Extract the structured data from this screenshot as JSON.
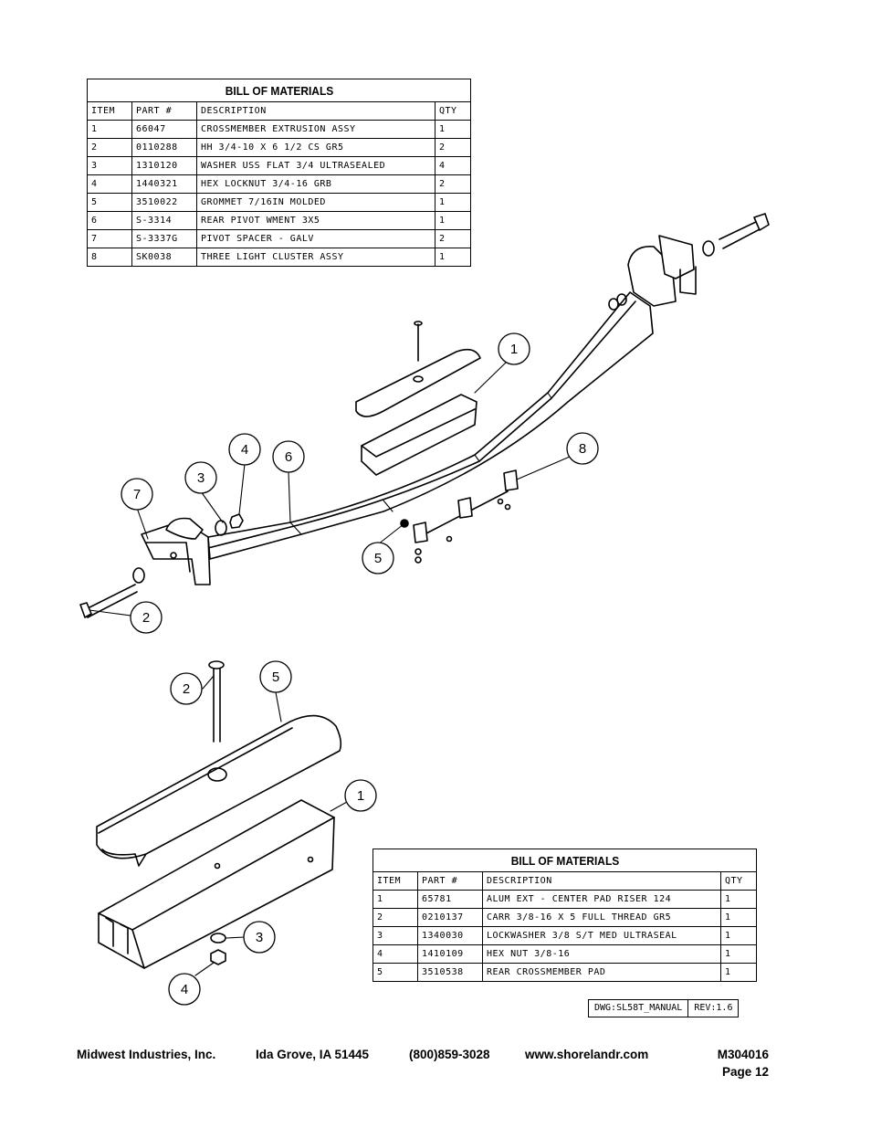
{
  "bom_top": {
    "title": "BILL OF MATERIALS",
    "headers": [
      "ITEM",
      "PART #",
      "DESCRIPTION",
      "QTY"
    ],
    "rows": [
      [
        "1",
        "66047",
        "CROSSMEMBER EXTRUSION ASSY",
        "1"
      ],
      [
        "2",
        "0110288",
        "HH 3/4-10 X 6 1/2 CS GR5",
        "2"
      ],
      [
        "3",
        "1310120",
        "WASHER USS FLAT 3/4 ULTRASEALED",
        "4"
      ],
      [
        "4",
        "1440321",
        "HEX LOCKNUT 3/4-16 GRB",
        "2"
      ],
      [
        "5",
        "3510022",
        "GROMMET  7/16IN MOLDED",
        "1"
      ],
      [
        "6",
        "S-3314",
        "REAR PIVOT WMENT 3X5",
        "1"
      ],
      [
        "7",
        "S-3337G",
        "PIVOT SPACER - GALV",
        "2"
      ],
      [
        "8",
        "SK0038",
        "THREE LIGHT CLUSTER ASSY",
        "1"
      ]
    ]
  },
  "bom_bottom": {
    "title": "BILL OF MATERIALS",
    "headers": [
      "ITEM",
      "PART #",
      "DESCRIPTION",
      "QTY"
    ],
    "rows": [
      [
        "1",
        "65781",
        "ALUM EXT - CENTER PAD RISER 124",
        "1"
      ],
      [
        "2",
        "0210137",
        "CARR 3/8-16 X 5 FULL THREAD GR5",
        "1"
      ],
      [
        "3",
        "1340030",
        "LOCKWASHER 3/8 S/T MED ULTRASEAL",
        "1"
      ],
      [
        "4",
        "1410109",
        "HEX NUT 3/8-16",
        "1"
      ],
      [
        "5",
        "3510538",
        "REAR CROSSMEMBER PAD",
        "1"
      ]
    ]
  },
  "drawing_box": {
    "dwg": "DWG:SL58T_MANUAL",
    "rev": "REV:1.6"
  },
  "callouts_top": [
    "1",
    "2",
    "3",
    "4",
    "5",
    "6",
    "7",
    "8"
  ],
  "callouts_bottom": [
    "1",
    "2",
    "3",
    "4",
    "5"
  ],
  "footer": {
    "company": "Midwest Industries, Inc.",
    "location": "Ida Grove, IA  51445",
    "phone": "(800)859-3028",
    "website": "www.shorelandr.com",
    "doc_number": "M304016",
    "page": "Page 12"
  }
}
